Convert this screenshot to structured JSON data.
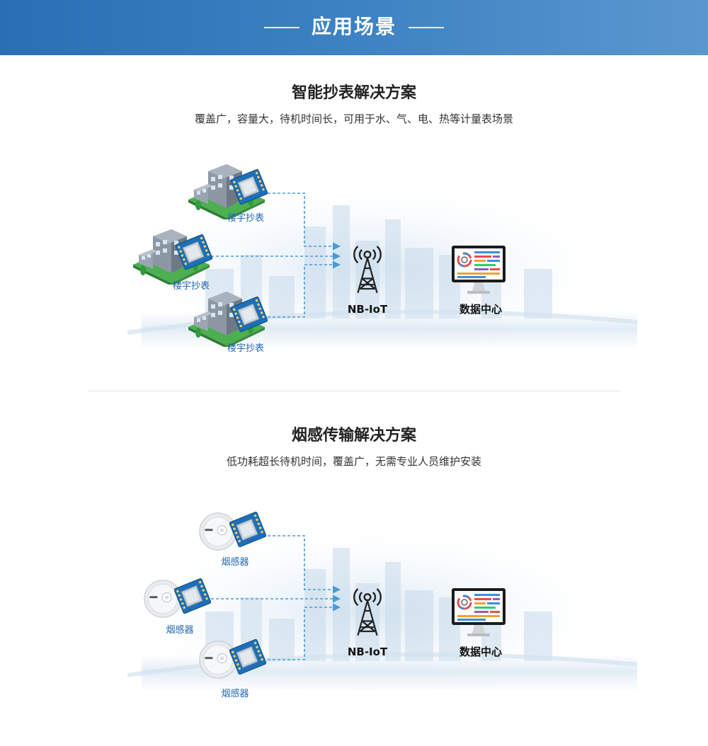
{
  "header": {
    "title": "应用场景"
  },
  "sections": [
    {
      "title": "智能抄表解决方案",
      "subtitle": "覆盖广，容量大，待机时间长，可用于水、气、电、热等计量表场景",
      "devices": [
        {
          "icon": "building-icon",
          "label": "楼宇抄表"
        },
        {
          "icon": "building-icon",
          "label": "楼宇抄表"
        },
        {
          "icon": "building-icon",
          "label": "楼宇抄表"
        }
      ],
      "tower_label": "NB-IoT",
      "center_label": "数据中心"
    },
    {
      "title": "烟感传输解决方案",
      "subtitle": "低功耗超长待机时间，覆盖广，无需专业人员维护安装",
      "devices": [
        {
          "icon": "smoke-detector-icon",
          "label": "烟感器"
        },
        {
          "icon": "smoke-detector-icon",
          "label": "烟感器"
        },
        {
          "icon": "smoke-detector-icon",
          "label": "烟感器"
        }
      ],
      "tower_label": "NB-IoT",
      "center_label": "数据中心"
    }
  ],
  "colors": {
    "banner": "#2a6fb4",
    "accent": "#2467b0",
    "dash": "#4a9ad6"
  }
}
